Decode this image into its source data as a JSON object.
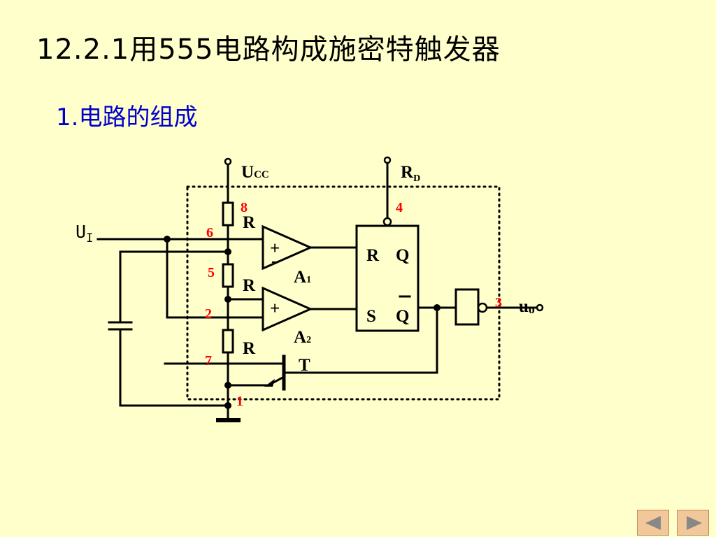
{
  "slide": {
    "title": "12.2.1用555电路构成施密特触发器",
    "subtitle": "1.电路的组成"
  },
  "circuit": {
    "supply_label": "U",
    "supply_sub": "CC",
    "reset_label": "R",
    "reset_sub": "D",
    "input_label": "U",
    "input_sub": "I",
    "output_label": "u",
    "output_sub": "o",
    "resistor_label": "R",
    "comp1_label": "A",
    "comp1_sub": "1",
    "comp2_label": "A",
    "comp2_sub": "2",
    "transistor_label": "T",
    "plus_sign": "+",
    "minus_sign": "-",
    "ff_r": "R",
    "ff_s": "S",
    "ff_q": "Q",
    "ff_qbar": "Q",
    "pins": {
      "p1": "1",
      "p2": "2",
      "p3": "3",
      "p4": "4",
      "p5": "5",
      "p6": "6",
      "p7": "7",
      "p8": "8"
    }
  },
  "colors": {
    "background": "#ffffcc",
    "title": "#000000",
    "subtitle": "#0000cc",
    "pin_numbers": "#ff0000",
    "nav_button": "#f2c79a"
  },
  "nav": {
    "prev_icon": "triangle-left",
    "next_icon": "triangle-right"
  }
}
